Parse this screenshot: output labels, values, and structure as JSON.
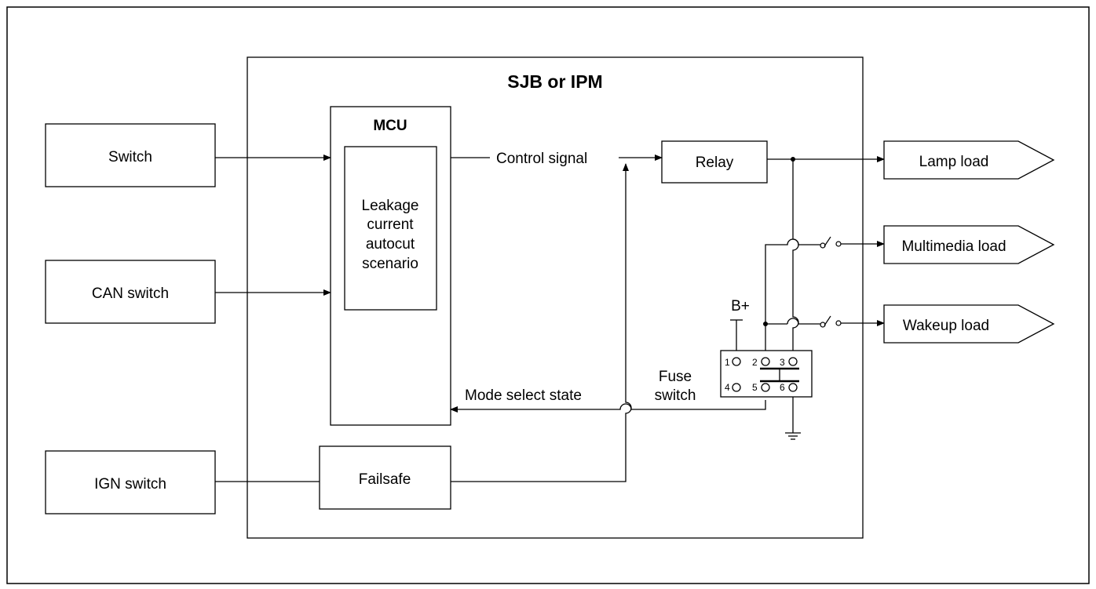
{
  "title": "SJB or IPM",
  "inputs": {
    "switch": "Switch",
    "can_switch": "CAN switch",
    "ign_switch": "IGN switch"
  },
  "mcu": {
    "title": "MCU",
    "scenario_lines": [
      "Leakage",
      "current",
      "autocut",
      "scenario"
    ]
  },
  "blocks": {
    "relay": "Relay",
    "failsafe": "Failsafe"
  },
  "signals": {
    "control_signal": "Control signal",
    "mode_select_state": "Mode select state",
    "fuse_switch_lines": [
      "Fuse",
      "switch"
    ],
    "battery": "B+"
  },
  "fuse_switch_pins": [
    "1",
    "2",
    "3",
    "4",
    "5",
    "6"
  ],
  "loads": {
    "lamp": "Lamp load",
    "multimedia": "Multimedia load",
    "wakeup": "Wakeup load"
  }
}
